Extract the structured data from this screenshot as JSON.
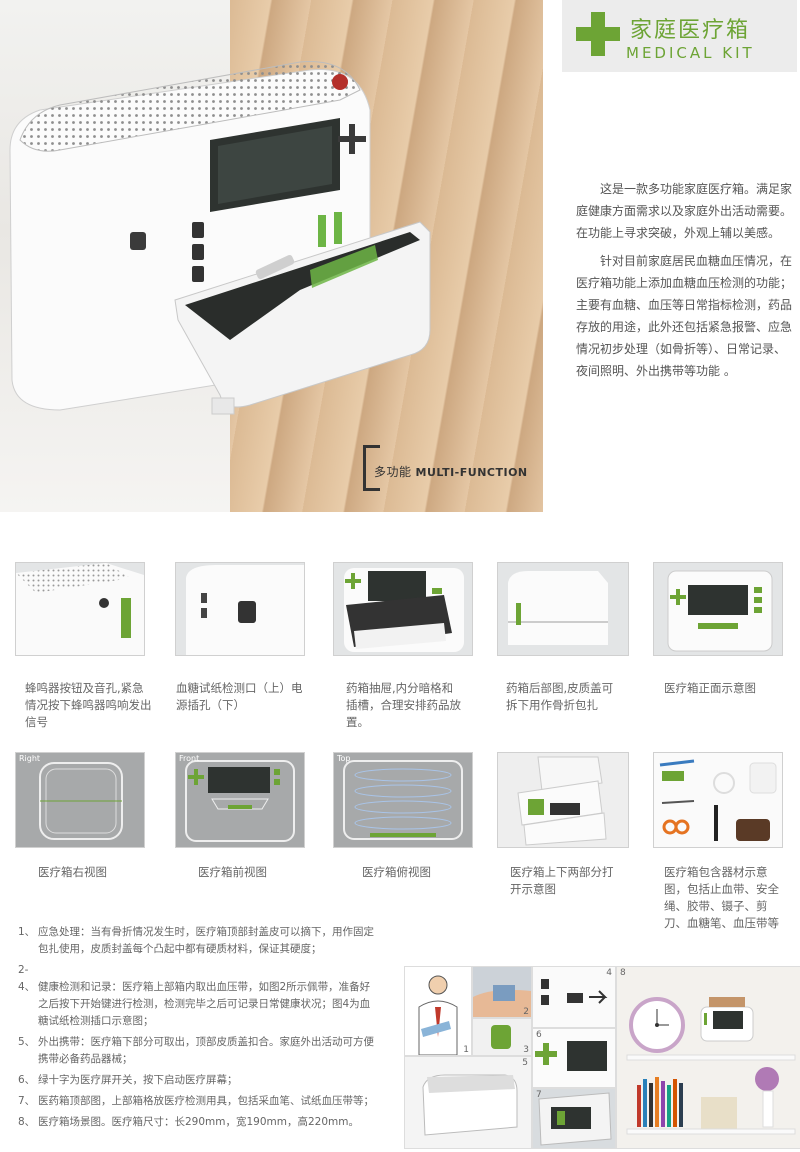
{
  "header": {
    "title_cn": "家庭医疗箱",
    "title_en": "MEDICAL KIT"
  },
  "hero": {
    "caption_cn": "多功能",
    "caption_en": "MULTI-FUNCTION"
  },
  "intro": {
    "p1": "这是一款多功能家庭医疗箱。满足家庭健康方面需求以及家庭外出活动需要。在功能上寻求突破，外观上辅以美感。",
    "p2": "针对目前家庭居民血糖血压情况，在医疗箱功能上添加血糖血压检测的功能；主要有血糖、血压等日常指标检测，药品存放的用途，此外还包括紧急报警、应急情况初步处理（如骨折等）、日常记录、夜间照明、外出携带等功能 。"
  },
  "row1_captions": [
    "蜂鸣器按钮及音孔,紧急情况按下蜂鸣器鸣响发出信号",
    "血糖试纸检测口（上）电源插孔（下）",
    "药箱抽屉,内分暗格和插槽，合理安排药品放置。",
    "药箱后部图,皮质盖可拆下用作骨折包扎",
    "医疗箱正面示意图"
  ],
  "row2_captions": [
    "医疗箱右视图",
    "医疗箱前视图",
    "医疗箱俯视图",
    "医疗箱上下两部分打开示意图",
    "医疗箱包含器材示意图，包括止血带、安全绳、胶带、镊子、剪刀、血糖笔、血压带等"
  ],
  "views": {
    "right": "Right",
    "front": "Front",
    "top": "Top"
  },
  "notes": [
    {
      "n": "1、",
      "t": "应急处理：当有骨折情况发生时，医疗箱顶部封盖皮可以摘下，用作固定包扎使用，皮质封盖每个凸起中都有硬质材料，保证其硬度；"
    },
    {
      "n": "2-4、",
      "t": "健康检测和记录：医疗箱上部箱内取出血压带，如图2所示佩带，准备好之后按下开始键进行检测，检测完毕之后可记录日常健康状况；图4为血糖试纸检测插口示意图；"
    },
    {
      "n": "5、",
      "t": "外出携带：医疗箱下部分可取出，顶部皮质盖扣合。家庭外出活动可方便携带必备药品器械；"
    },
    {
      "n": "6、",
      "t": "绿十字为医疗屏开关，按下启动医疗屏幕；"
    },
    {
      "n": "7、",
      "t": "医药箱顶部图，上部箱格放医疗检测用具，包括采血笔、试纸血压带等；"
    },
    {
      "n": "8、",
      "t": "医疗箱场景图。医疗箱尺寸：长290mm，宽190mm，高220mm。"
    }
  ],
  "collage_numbers": [
    "1",
    "2",
    "3",
    "4",
    "5",
    "6",
    "7",
    "8"
  ],
  "colors": {
    "accent": "#6da435",
    "badge_bg": "#ececec"
  }
}
